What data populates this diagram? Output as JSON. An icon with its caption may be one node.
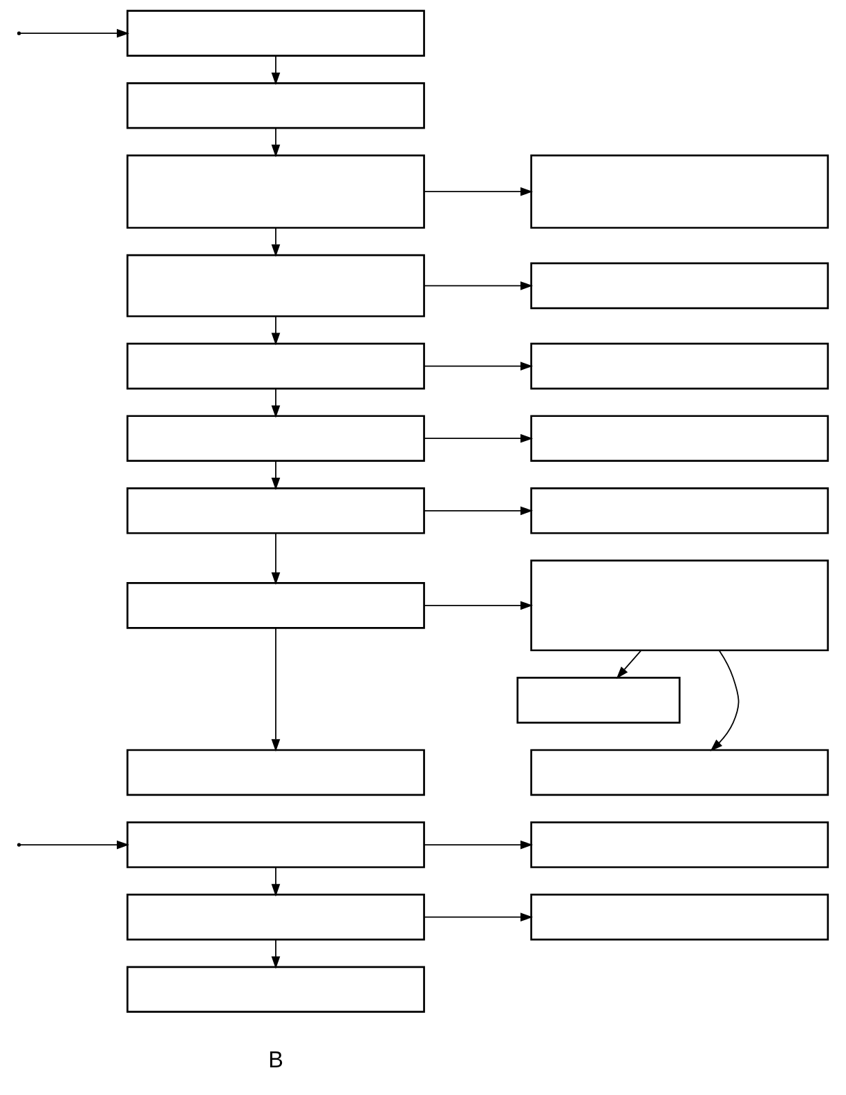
{
  "diagram": {
    "nodes": [
      {
        "text": [],
        "shape": "box"
      },
      {
        "text": [],
        "shape": "box"
      },
      {
        "text": [],
        "shape": "box"
      },
      {
        "text": [],
        "shape": "box"
      },
      {
        "text": [],
        "shape": "box"
      },
      {
        "text": [],
        "shape": "box"
      },
      {
        "text": [],
        "shape": "box"
      },
      {
        "text": [],
        "shape": "box"
      },
      {
        "text": [],
        "shape": "box"
      },
      {
        "text": [],
        "shape": "box"
      },
      {
        "text": [],
        "shape": "box"
      },
      {
        "text": [],
        "shape": "box"
      },
      {
        "text": [],
        "shape": "box"
      },
      {
        "text": [],
        "shape": "box"
      },
      {
        "text": [],
        "shape": "box"
      },
      {
        "text": [],
        "shape": "box"
      },
      {
        "text": [],
        "shape": "box"
      },
      {
        "text": [],
        "shape": "box"
      },
      {
        "text": [],
        "shape": "box"
      },
      {
        "text": [],
        "shape": "box"
      },
      {
        "text": [],
        "shape": "box"
      },
      {
        "text": [],
        "shape": "box"
      }
    ],
    "edges": [
      {
        "from": null,
        "to": 0,
        "arrow": "to"
      },
      {
        "from": 0,
        "to": 1,
        "arrow": "to"
      },
      {
        "from": 1,
        "to": 2,
        "arrow": "to"
      },
      {
        "from": 2,
        "to": 3,
        "arrow": "to"
      },
      {
        "from": 2,
        "to": 4,
        "arrow": "to"
      },
      {
        "from": 4,
        "to": 5,
        "arrow": "to"
      },
      {
        "from": 4,
        "to": 6,
        "arrow": "to"
      },
      {
        "from": 6,
        "to": 7,
        "arrow": "to"
      },
      {
        "from": 6,
        "to": 8,
        "arrow": "to"
      },
      {
        "from": 8,
        "to": 9,
        "arrow": "to"
      },
      {
        "from": 8,
        "to": 10,
        "arrow": "to"
      },
      {
        "from": 10,
        "to": 11,
        "arrow": "to"
      },
      {
        "from": 10,
        "to": 12,
        "arrow": "to"
      },
      {
        "from": 12,
        "to": 13,
        "arrow": "to"
      },
      {
        "from": 12,
        "to": 14,
        "arrow": "to"
      },
      {
        "from": 13,
        "to": 15,
        "arrow": "to"
      },
      {
        "from": 13,
        "to": 16,
        "arrow": "to"
      },
      {
        "from": null,
        "to": 17,
        "arrow": "to"
      },
      {
        "from": 17,
        "to": 18,
        "arrow": "to"
      },
      {
        "from": 17,
        "to": 19,
        "arrow": "to"
      },
      {
        "from": 19,
        "to": 20,
        "arrow": "to"
      },
      {
        "from": 19,
        "to": 21,
        "arrow": "to"
      }
    ],
    "labels": [
      "B"
    ]
  }
}
